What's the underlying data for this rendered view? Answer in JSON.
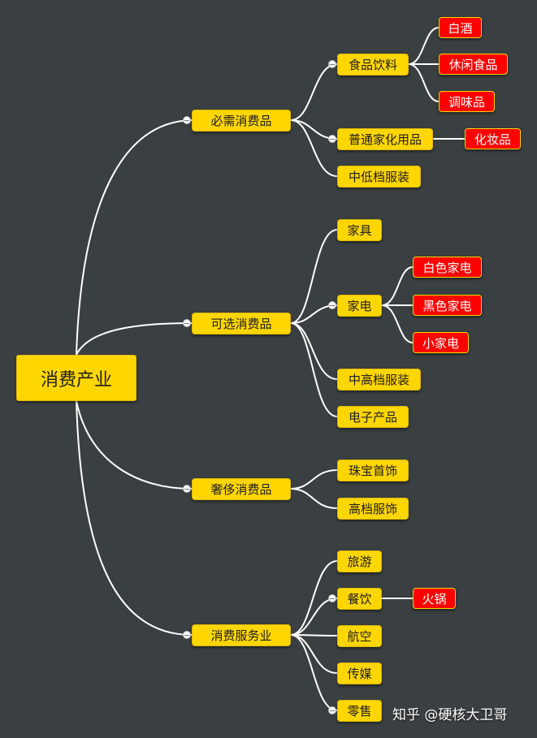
{
  "root": "消费产业",
  "categories": [
    {
      "label": "必需消费品",
      "children": [
        {
          "label": "食品饮料",
          "tags": [
            "白酒",
            "休闲食品",
            "调味品"
          ]
        },
        {
          "label": "普通家化用品",
          "tags": [
            "化妆品"
          ]
        },
        {
          "label": "中低档服装",
          "tags": []
        }
      ]
    },
    {
      "label": "可选消费品",
      "children": [
        {
          "label": "家具",
          "tags": []
        },
        {
          "label": "家电",
          "tags": [
            "白色家电",
            "黑色家电",
            "小家电"
          ]
        },
        {
          "label": "中高档服装",
          "tags": []
        },
        {
          "label": "电子产品",
          "tags": []
        }
      ]
    },
    {
      "label": "奢侈消费品",
      "children": [
        {
          "label": "珠宝首饰",
          "tags": []
        },
        {
          "label": "高档服饰",
          "tags": []
        }
      ]
    },
    {
      "label": "消费服务业",
      "children": [
        {
          "label": "旅游",
          "tags": []
        },
        {
          "label": "餐饮",
          "tags": [
            "火锅"
          ]
        },
        {
          "label": "航空",
          "tags": []
        },
        {
          "label": "传媒",
          "tags": []
        },
        {
          "label": "零售",
          "tags": []
        }
      ]
    }
  ],
  "watermark": "知乎 @硬核大卫哥",
  "colors": {
    "background": "#3a3f41",
    "node": "#ffd600",
    "tag": "#ff0000",
    "link": "#ffffff"
  }
}
